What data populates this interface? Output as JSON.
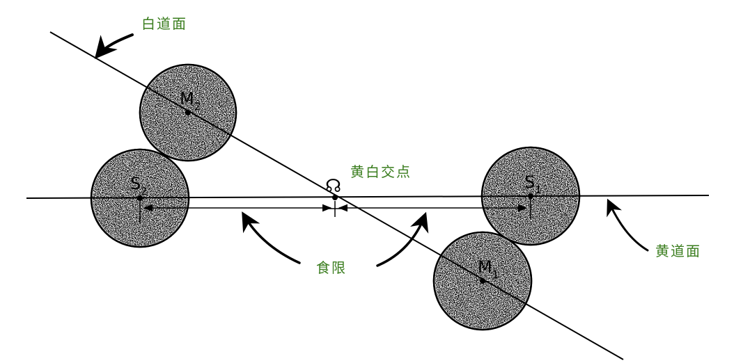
{
  "labels": {
    "moon_path": "白道面",
    "ecliptic": "黄道面",
    "node": "黄白交点",
    "eclipse_limit": "食限",
    "node_symbol": "☊"
  },
  "bodies": {
    "m2": {
      "letter": "M",
      "sub": "2"
    },
    "s2": {
      "letter": "S",
      "sub": "2"
    },
    "s1": {
      "letter": "S",
      "sub": "1"
    },
    "m1": {
      "letter": "M",
      "sub": "1"
    }
  },
  "colors": {
    "label": "#3a7d1e",
    "ink": "#000000",
    "disc_fill": "#e9e9e9"
  }
}
